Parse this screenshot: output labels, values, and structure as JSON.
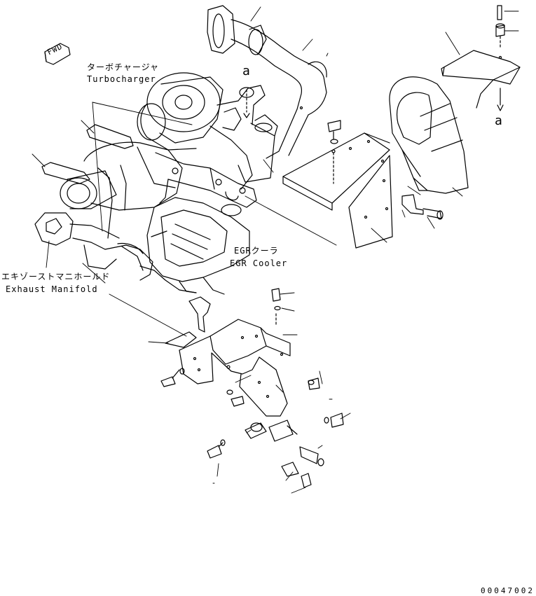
{
  "labels": {
    "turbocharger_ja": "ターボチャージャ",
    "turbocharger_en": "Turbocharger",
    "egr_cooler_ja": "EGRクーラ",
    "egr_cooler_en": "EGR Cooler",
    "exhaust_manifold_ja": "エキゾーストマニホールド",
    "exhaust_manifold_en": "Exhaust Manifold",
    "fwd": "FWD",
    "ref_a_top": "a",
    "ref_a_right": "a",
    "document_number": "00047002"
  },
  "colors": {
    "line": "#000000",
    "background": "#ffffff"
  }
}
